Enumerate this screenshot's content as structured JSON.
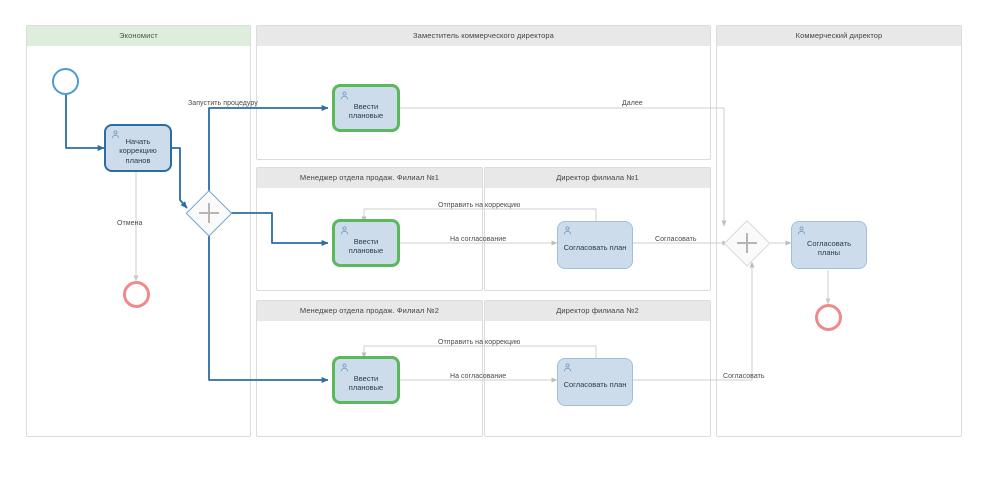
{
  "diagram": {
    "type": "bpmn-process-diagram",
    "colors": {
      "pool_border": "#dcdcdc",
      "lane_header_grey": "#e8e8e8",
      "lane_header_green": "#ddeedd",
      "task_fill": "#cddceb",
      "task_border_active_blue": "#2c6ca3",
      "task_border_green": "#5cb85c",
      "task_border_plain": "#9fc0dd",
      "flow_active": "#2c6ca3",
      "flow_inactive": "#cccccc",
      "start_event": "#4b9bd4",
      "end_event": "#f08a8a",
      "gateway_active": "#6fa3cc",
      "gateway_inactive": "#d8d8d8",
      "label_text": "#4a4a4a"
    },
    "lanes": [
      {
        "id": "economist",
        "label": "Экономист",
        "header_style": "green"
      },
      {
        "id": "deputy-director",
        "label": "Заместитель коммерческого директора",
        "header_style": "grey"
      },
      {
        "id": "manager-1",
        "label": "Менеджер отдела продаж. Филиал №1",
        "header_style": "grey"
      },
      {
        "id": "director-1",
        "label": "Директор филиала №1",
        "header_style": "grey"
      },
      {
        "id": "manager-2",
        "label": "Менеджер отдела продаж. Филиал №2",
        "header_style": "grey"
      },
      {
        "id": "director-2",
        "label": "Директор филиала №2",
        "header_style": "grey"
      },
      {
        "id": "commercial-director",
        "label": "Коммерческий директор",
        "header_style": "grey"
      }
    ],
    "tasks": [
      {
        "id": "start-correction",
        "label": "Начать\nкоррекцию\nпланов",
        "lane": "economist",
        "style": "blue"
      },
      {
        "id": "enter-plan-deputy",
        "label": "Ввести\nплановые",
        "lane": "deputy-director",
        "style": "green"
      },
      {
        "id": "enter-plan-mgr1",
        "label": "Ввести\nплановые",
        "lane": "manager-1",
        "style": "green"
      },
      {
        "id": "approve-plan-dir1",
        "label": "Согласовать план",
        "lane": "director-1",
        "style": "plain"
      },
      {
        "id": "enter-plan-mgr2",
        "label": "Ввести\nплановые",
        "lane": "manager-2",
        "style": "green"
      },
      {
        "id": "approve-plan-dir2",
        "label": "Согласовать план",
        "lane": "director-2",
        "style": "plain"
      },
      {
        "id": "approve-plans-cd",
        "label": "Согласовать планы",
        "lane": "commercial-director",
        "style": "plain"
      }
    ],
    "events": [
      {
        "id": "start-event",
        "kind": "start",
        "lane": "economist"
      },
      {
        "id": "end-event-cancel",
        "kind": "end",
        "lane": "economist"
      },
      {
        "id": "end-event-final",
        "kind": "end",
        "lane": "commercial-director"
      }
    ],
    "gateways": [
      {
        "id": "gateway-split",
        "kind": "parallel",
        "state": "active",
        "lane": "economist"
      },
      {
        "id": "gateway-join",
        "kind": "parallel",
        "state": "inactive",
        "lane": "commercial-director"
      }
    ],
    "flow_labels": [
      {
        "id": "label-start-procedure",
        "text": "Запустить процедуру"
      },
      {
        "id": "label-cancel",
        "text": "Отмена"
      },
      {
        "id": "label-next",
        "text": "Далее"
      },
      {
        "id": "label-send-back-1",
        "text": "Отправить на коррекцию"
      },
      {
        "id": "label-for-approval-1",
        "text": "На согласование"
      },
      {
        "id": "label-approve-1",
        "text": "Согласовать"
      },
      {
        "id": "label-send-back-2",
        "text": "Отправить на коррекцию"
      },
      {
        "id": "label-for-approval-2",
        "text": "На согласование"
      },
      {
        "id": "label-approve-2",
        "text": "Согласовать"
      }
    ]
  }
}
